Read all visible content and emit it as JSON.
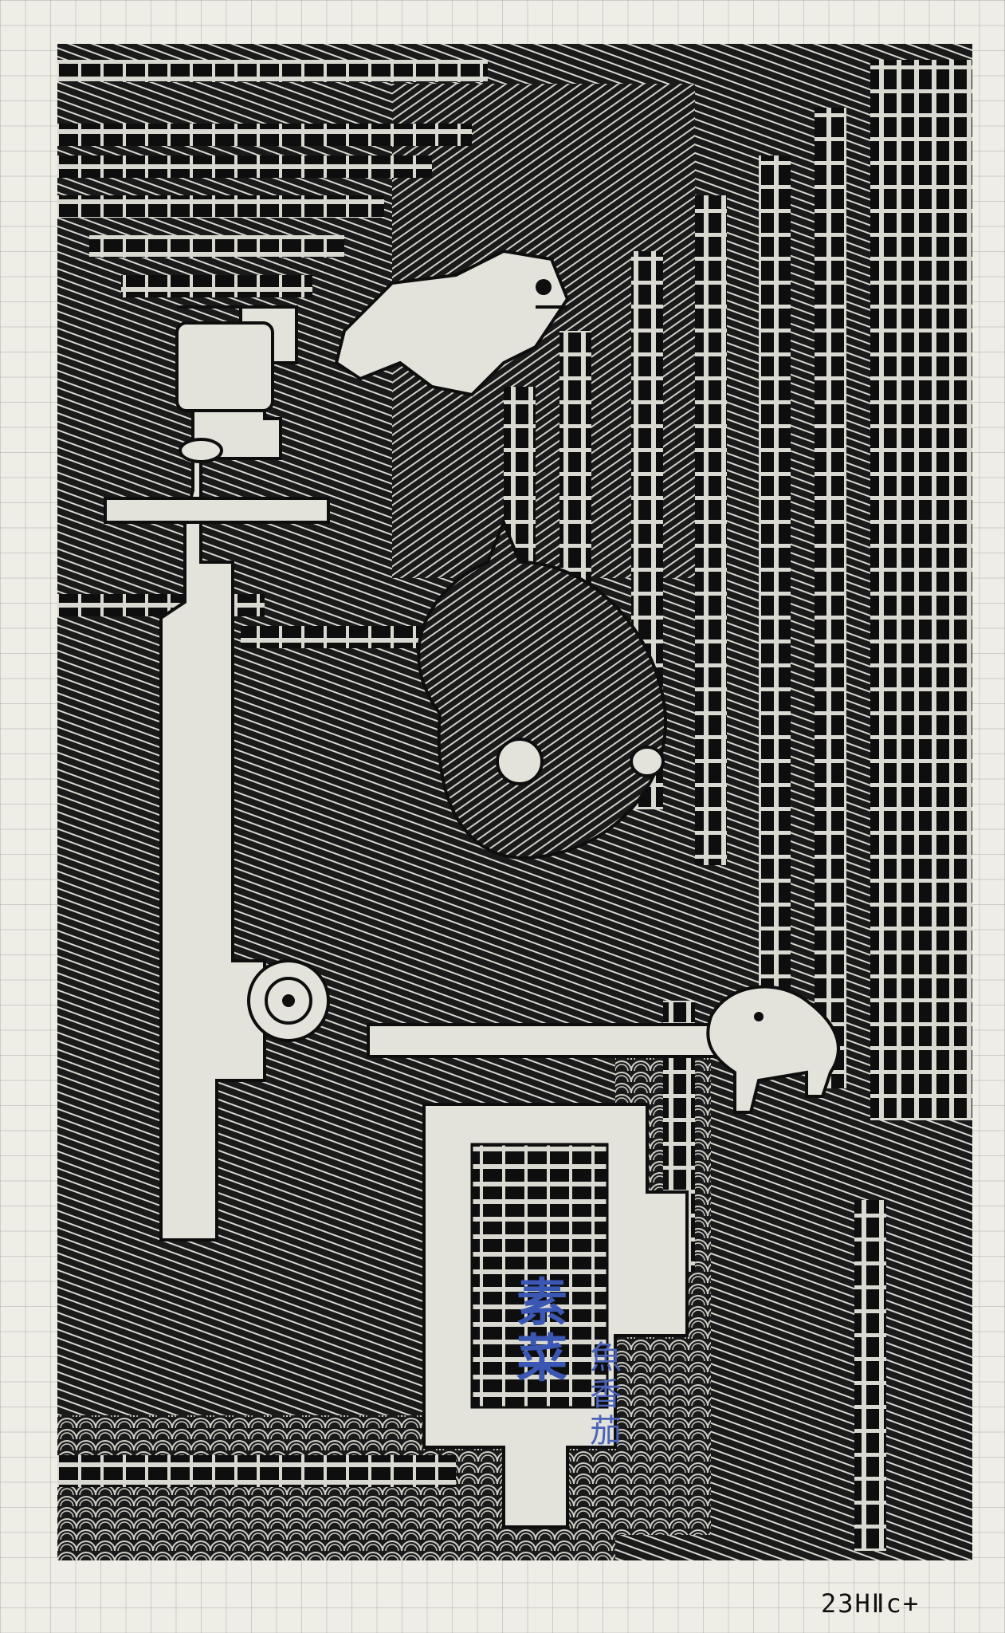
{
  "artwork": {
    "caption": "23HⅡc+",
    "label_main": "素菜",
    "label_sub": "魚香茄",
    "palette": {
      "ink": "#151515",
      "paper": "#eeede6",
      "label_blue": "#3a57b4"
    }
  }
}
